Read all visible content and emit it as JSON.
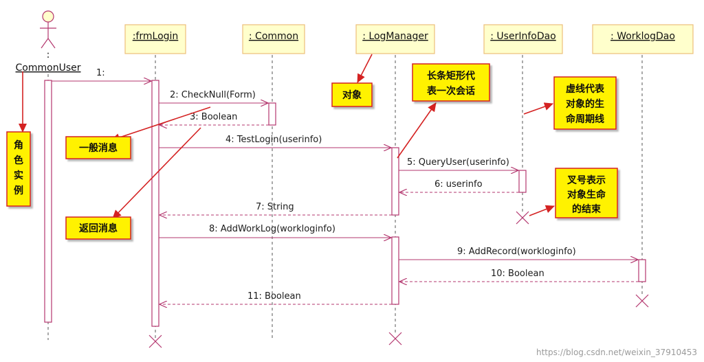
{
  "actor": {
    "name": "CommonUser",
    "colon": ":"
  },
  "objects": [
    {
      "id": "frmLogin",
      "label": ":frmLogin"
    },
    {
      "id": "common",
      "label": ": Common"
    },
    {
      "id": "logmanager",
      "label": ": LogManager"
    },
    {
      "id": "userinfodao",
      "label": ": UserInfoDao"
    },
    {
      "id": "worklogdao",
      "label": ": WorklogDao"
    }
  ],
  "messages": [
    {
      "id": "m1",
      "label": "1:",
      "kind": "call"
    },
    {
      "id": "m2",
      "label": "2: CheckNull(Form)",
      "kind": "call"
    },
    {
      "id": "m3",
      "label": "3: Boolean",
      "kind": "return"
    },
    {
      "id": "m4",
      "label": "4: TestLogin(userinfo)",
      "kind": "call"
    },
    {
      "id": "m5",
      "label": "5: QueryUser(userinfo)",
      "kind": "call"
    },
    {
      "id": "m6",
      "label": "6: userinfo",
      "kind": "return"
    },
    {
      "id": "m7",
      "label": "7: String",
      "kind": "return"
    },
    {
      "id": "m8",
      "label": "8: AddWorkLog(workloginfo)",
      "kind": "call"
    },
    {
      "id": "m9",
      "label": "9: AddRecord(workloginfo)",
      "kind": "call"
    },
    {
      "id": "m10",
      "label": "10: Boolean",
      "kind": "return"
    },
    {
      "id": "m11",
      "label": "11: Boolean",
      "kind": "return"
    }
  ],
  "annotations": {
    "actor_instance": [
      "角",
      "色",
      "实",
      "例"
    ],
    "general_message": "一般消息",
    "return_message": "返回消息",
    "object": "对象",
    "session": [
      "长条矩形代",
      "表一次会话"
    ],
    "lifeline": [
      "虚线代表",
      "对象的生",
      "命周期线"
    ],
    "destroy": [
      "叉号表示",
      "对象生命",
      "的结束"
    ]
  },
  "watermark": "https://blog.csdn.net/weixin_37910453",
  "colors": {
    "header_fill": "#ffffcc",
    "header_border": "#ecbf7a",
    "message_line": "#b3366e",
    "activation_border": "#b3366e",
    "lifeline": "#555555",
    "note_fill": "#fff200",
    "note_border": "#d42222",
    "pointer_arrow": "#d42222",
    "destroy_mark": "#b3366e"
  }
}
